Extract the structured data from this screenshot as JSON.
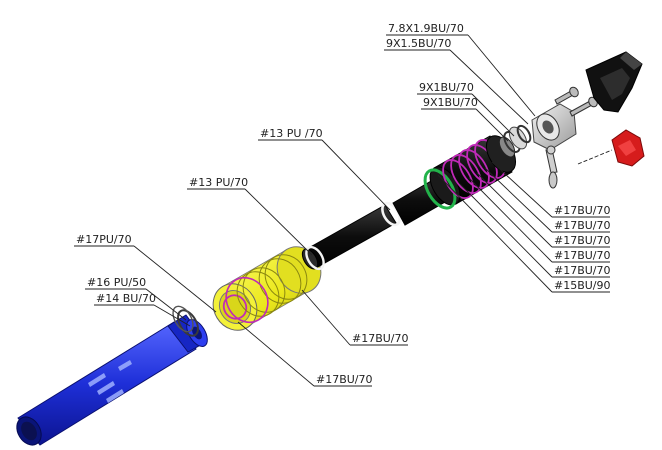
{
  "labels": {
    "l1": "7.8X1.9BU/70",
    "l2": "9X1.5BU/70",
    "l3": "9X1BU/70",
    "l4": "9X1BU/70",
    "l5": "#13 PU /70",
    "l6": "#13 PU/70",
    "l7": "#17PU/70",
    "l8": "#16 PU/50",
    "l9": "#14 BU/70",
    "r1": "#17BU/70",
    "r2": "#17BU/70",
    "r3": "#17BU/70",
    "r4": "#17BU/70",
    "r5": "#17BU/70",
    "r6": "#15BU/90",
    "b1": "#17BU/70",
    "b2": "#17BU/70"
  },
  "colors": {
    "nozzle_blue": "#1e2fd8",
    "sleeve_yellow": "#f1ef22",
    "rod_black": "#111111",
    "oring_magenta": "#c02ab8",
    "oring_green": "#22b34a",
    "knob_red": "#d61c1c",
    "bracket_gray": "#c8c8c8"
  }
}
